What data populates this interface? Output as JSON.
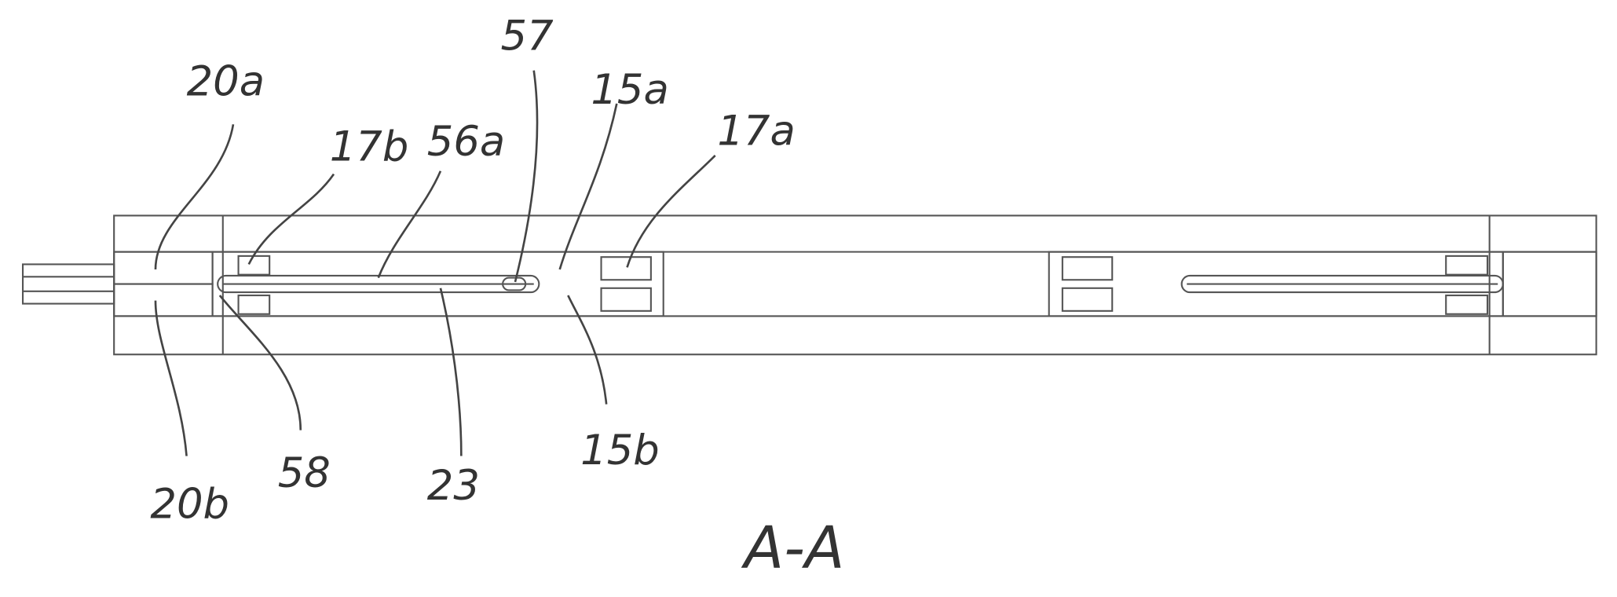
{
  "title": "A-A",
  "labels": {
    "l20a": "20a",
    "l17b": "17b",
    "l56a": "56a",
    "l57": "57",
    "l15a": "15a",
    "l17a": "17a",
    "l20b": "20b",
    "l58": "58",
    "l23": "23",
    "l15b": "15b"
  }
}
